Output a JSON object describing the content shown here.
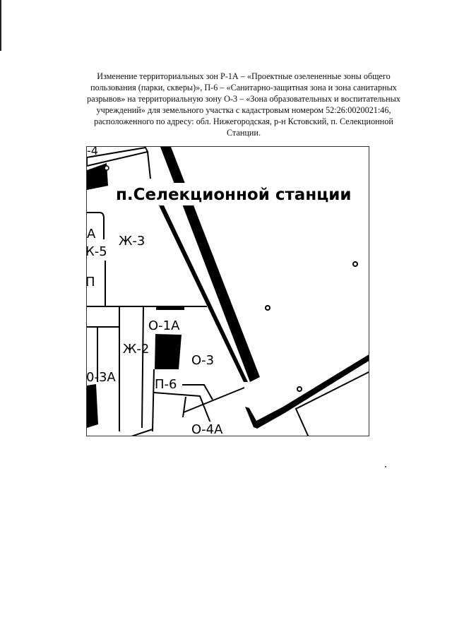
{
  "caption": {
    "lines": [
      "Изменение территориальных зон Р-1А – «Проектные озелененные зоны общего",
      "пользования (парки, скверы)», П-6 – «Санитарно-защитная зона и зона санитарных",
      "разрывов» на территориальную зону О-3 – «Зона образовательных и воспитательных",
      "учреждений» для земельного участка с кадастровым номером 52:26:0020021:46,",
      "расположенного по адресу: обл. Нижегородская, р-н Кстовский, п. Селекционной",
      "Станции."
    ]
  },
  "map": {
    "settlement_label": "п.Селекционной станции",
    "zones": {
      "top_left": "-4",
      "a": "А",
      "k5": "К-5",
      "p": "П",
      "zh3": "Ж-3",
      "o1a": "О-1А",
      "zh2": "Ж-2",
      "o3": "О-3",
      "o3a": "0-3А",
      "p6": "П-6",
      "o4a": "О-4А"
    }
  }
}
